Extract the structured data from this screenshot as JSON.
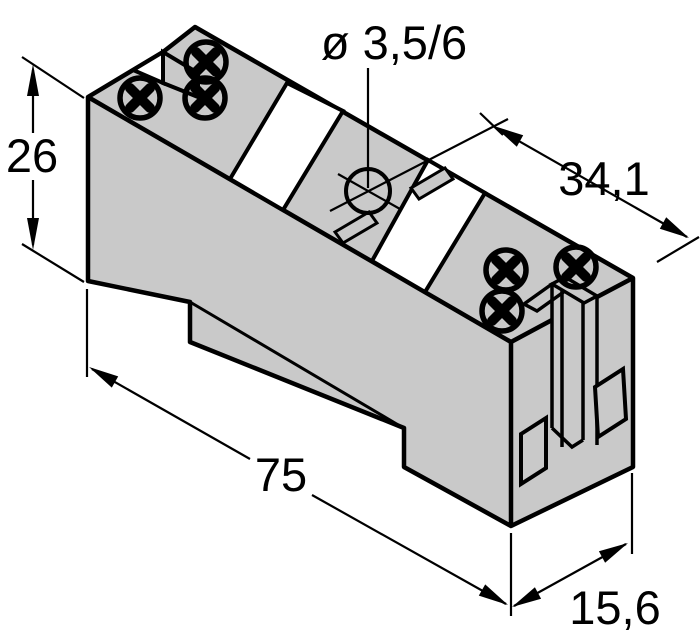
{
  "drawing": {
    "title": "relay-socket-dimensional-drawing",
    "labels": {
      "hole_diameter": "ø 3,5/6",
      "height": "26",
      "length": "75",
      "depth_top": "34,1",
      "rail_width": "15,6"
    },
    "colors": {
      "body_fill": "#c9c9c9",
      "outline": "#000000",
      "label_band": "#ffffff",
      "background": "#ffffff"
    }
  }
}
